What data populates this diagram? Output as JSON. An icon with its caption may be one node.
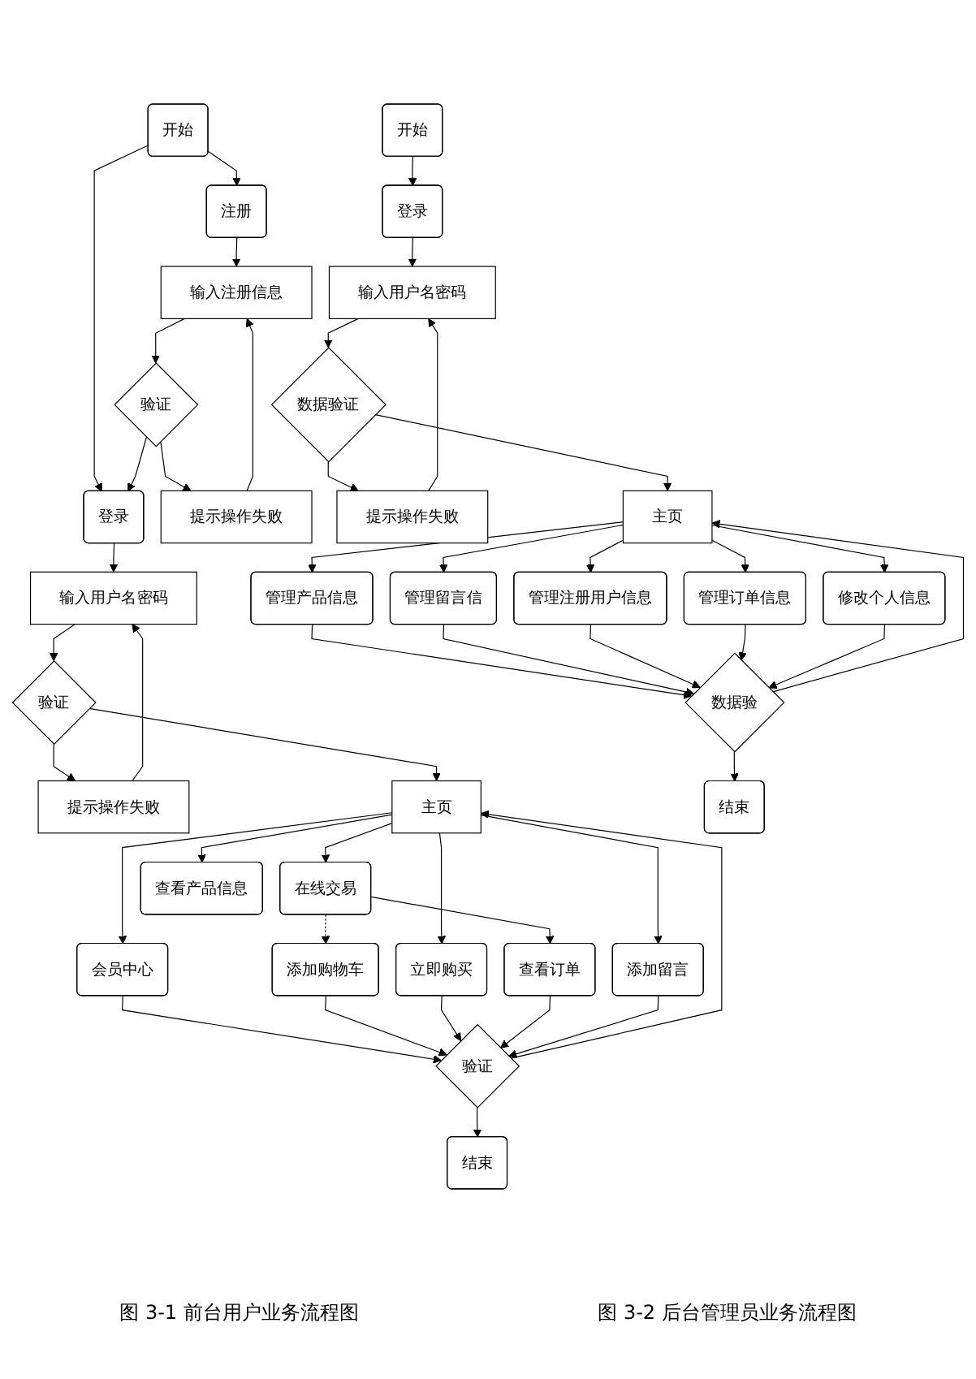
{
  "diagram": {
    "nodes": [
      {
        "text": [
          "开始"
        ]
      },
      {
        "text": [
          "注册"
        ]
      },
      {
        "text": [
          "登录"
        ]
      },
      {
        "text": [
          "输入注册信息"
        ]
      },
      {
        "text": [
          "提示操作失败"
        ]
      },
      {
        "text": [
          "验证"
        ]
      },
      {
        "text": [
          "输入用户名密码"
        ]
      },
      {
        "text": [
          "提示操作失败"
        ]
      },
      {
        "text": [
          "验证"
        ]
      },
      {
        "text": [
          "主页"
        ]
      },
      {
        "text": [
          "会员中心"
        ]
      },
      {
        "text": [
          "在线交易"
        ]
      },
      {
        "text": [
          "查看产品信息"
        ]
      },
      {
        "text": [
          "添加留言"
        ]
      },
      {
        "text": [
          "添加购物车"
        ]
      },
      {
        "text": [
          "立即购买"
        ]
      },
      {
        "text": [
          "查看订单"
        ]
      },
      {
        "text": [
          "验证"
        ]
      },
      {
        "text": [
          "结束"
        ]
      },
      {
        "text": [
          "开始"
        ]
      },
      {
        "text": [
          "登录"
        ]
      },
      {
        "text": [
          "输入用户名密码"
        ]
      },
      {
        "text": [
          "提示操作失败"
        ]
      },
      {
        "text": [
          "数据验证"
        ]
      },
      {
        "text": [
          "主页"
        ]
      },
      {
        "text": [
          "管理产品信息"
        ]
      },
      {
        "text": [
          "管理留言信"
        ]
      },
      {
        "text": [
          "管理注册用户信息"
        ]
      },
      {
        "text": [
          "管理订单信息"
        ]
      },
      {
        "text": [
          "修改个人信息"
        ]
      },
      {
        "text": [
          "数据验"
        ]
      },
      {
        "text": [
          "结束"
        ]
      }
    ],
    "edges": [
      {
        "from": 0,
        "to": 1,
        "arrow": "to"
      },
      {
        "from": 0,
        "to": 2,
        "arrow": "to"
      },
      {
        "from": 1,
        "to": 3,
        "arrow": "to"
      },
      {
        "from": 3,
        "to": 5,
        "arrow": "to"
      },
      {
        "from": 5,
        "to": 4,
        "arrow": "to"
      },
      {
        "from": 4,
        "to": 3,
        "arrow": "to"
      },
      {
        "from": 5,
        "to": 2,
        "arrow": "to"
      },
      {
        "from": 2,
        "to": 6,
        "arrow": "to"
      },
      {
        "from": 6,
        "to": 8,
        "arrow": "to"
      },
      {
        "from": 8,
        "to": 7,
        "arrow": "to"
      },
      {
        "from": 7,
        "to": 6,
        "arrow": "to"
      },
      {
        "from": 8,
        "to": 9,
        "arrow": "to"
      },
      {
        "from": 9,
        "to": 10,
        "arrow": "to"
      },
      {
        "from": 9,
        "to": 11,
        "arrow": "to"
      },
      {
        "from": 9,
        "to": 12,
        "arrow": "to"
      },
      {
        "from": 9,
        "to": 13,
        "arrow": "to"
      },
      {
        "from": 9,
        "to": 15,
        "arrow": "to"
      },
      {
        "from": 11,
        "to": 14,
        "arrow": "to",
        "style": "dashed"
      },
      {
        "from": 11,
        "to": 16,
        "arrow": "to"
      },
      {
        "from": 10,
        "to": 17,
        "arrow": "to"
      },
      {
        "from": 14,
        "to": 17,
        "arrow": "to"
      },
      {
        "from": 15,
        "to": 17,
        "arrow": "to"
      },
      {
        "from": 16,
        "to": 17,
        "arrow": "to"
      },
      {
        "from": 13,
        "to": 17,
        "arrow": "to"
      },
      {
        "from": 17,
        "to": 9,
        "arrow": "to"
      },
      {
        "from": 17,
        "to": 18,
        "arrow": "to"
      },
      {
        "from": 19,
        "to": 20,
        "arrow": "to"
      },
      {
        "from": 20,
        "to": 21,
        "arrow": "to"
      },
      {
        "from": 21,
        "to": 23,
        "arrow": "to"
      },
      {
        "from": 23,
        "to": 22,
        "arrow": "to"
      },
      {
        "from": 22,
        "to": 21,
        "arrow": "to"
      },
      {
        "from": 23,
        "to": 24,
        "arrow": "to"
      },
      {
        "from": 24,
        "to": 25,
        "arrow": "to"
      },
      {
        "from": 24,
        "to": 26,
        "arrow": "to"
      },
      {
        "from": 24,
        "to": 27,
        "arrow": "to"
      },
      {
        "from": 24,
        "to": 28,
        "arrow": "to"
      },
      {
        "from": 24,
        "to": 29,
        "arrow": "to"
      },
      {
        "from": 25,
        "to": 30,
        "arrow": "to"
      },
      {
        "from": 26,
        "to": 30,
        "arrow": "to"
      },
      {
        "from": 27,
        "to": 30,
        "arrow": "to"
      },
      {
        "from": 28,
        "to": 30,
        "arrow": "to"
      },
      {
        "from": 29,
        "to": 30,
        "arrow": "to"
      },
      {
        "from": 30,
        "to": 24,
        "arrow": "to"
      },
      {
        "from": 30,
        "to": 31,
        "arrow": "to"
      }
    ],
    "labels": [
      "图 3-1 前台用户业务流程图",
      "图 3-2 后台管理员业务流程图"
    ]
  }
}
